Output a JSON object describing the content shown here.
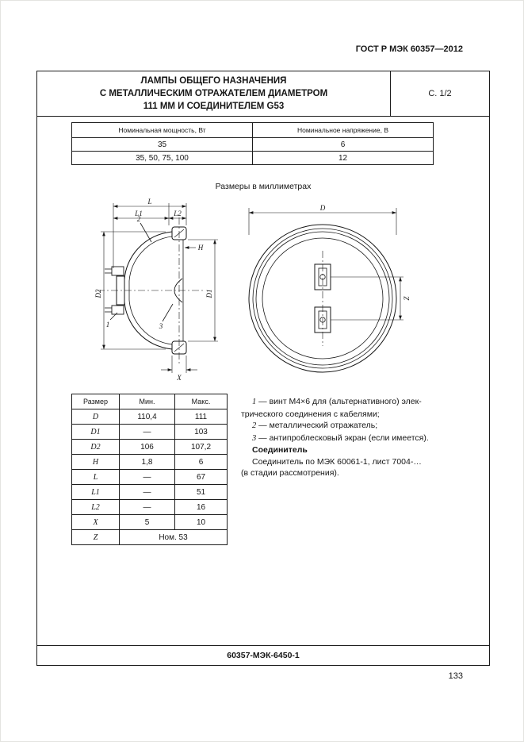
{
  "page": {
    "standard_ref": "ГОСТ Р МЭК 60357—2012",
    "page_number": "133",
    "sheet_code": "60357-МЭК-6450-1"
  },
  "title_block": {
    "line1": "ЛАМПЫ ОБЩЕГО НАЗНАЧЕНИЯ",
    "line2": "С МЕТАЛЛИЧЕСКИМ ОТРАЖАТЕЛЕМ ДИАМЕТРОМ",
    "line3": "111 ММ И СОЕДИНИТЕЛЕМ G53",
    "sheet": "С. 1/2"
  },
  "ratings_table": {
    "col1_header": "Номинальная мощность, Вт",
    "col2_header": "Номинальное напряжение, В",
    "rows": [
      {
        "power": "35",
        "voltage": "6"
      },
      {
        "power": "35, 50, 75, 100",
        "voltage": "12"
      }
    ]
  },
  "units_note": "Размеры в миллиметрах",
  "dimension_table": {
    "headers": {
      "size": "Размер",
      "min": "Мин.",
      "max": "Макс."
    },
    "rows": [
      {
        "name": "D",
        "min": "110,4",
        "max": "111"
      },
      {
        "name": "D1",
        "min": "—",
        "max": "103"
      },
      {
        "name": "D2",
        "min": "106",
        "max": "107,2"
      },
      {
        "name": "H",
        "min": "1,8",
        "max": "6"
      },
      {
        "name": "L",
        "min": "—",
        "max": "67"
      },
      {
        "name": "L1",
        "min": "—",
        "max": "51"
      },
      {
        "name": "L2",
        "min": "—",
        "max": "16"
      },
      {
        "name": "X",
        "min": "5",
        "max": "10"
      }
    ],
    "z_row": {
      "name": "Z",
      "value": "Ном. 53"
    }
  },
  "legend": {
    "line1_num": "1",
    "line1_text": " — винт М4×6 для (альтернативного) элек-",
    "line1_cont": "трического соединения с кабелями;",
    "line2_num": "2",
    "line2_text": " — металлический отражатель;",
    "line3_num": "3",
    "line3_text": " — антипроблесковый экран (если имеется)."
  },
  "connector_note": {
    "heading": "Соединитель",
    "line1": "Соединитель по МЭК 60061-1, лист 7004-…",
    "line2": "(в стадии рассмотрения)."
  },
  "drawing_labels": {
    "L": "L",
    "L1": "L1",
    "L2": "L2",
    "D": "D",
    "D1": "D1",
    "D2": "D2",
    "H": "H",
    "X": "X",
    "Z": "Z",
    "callout_1": "1",
    "callout_2": "2",
    "callout_3": "3"
  }
}
